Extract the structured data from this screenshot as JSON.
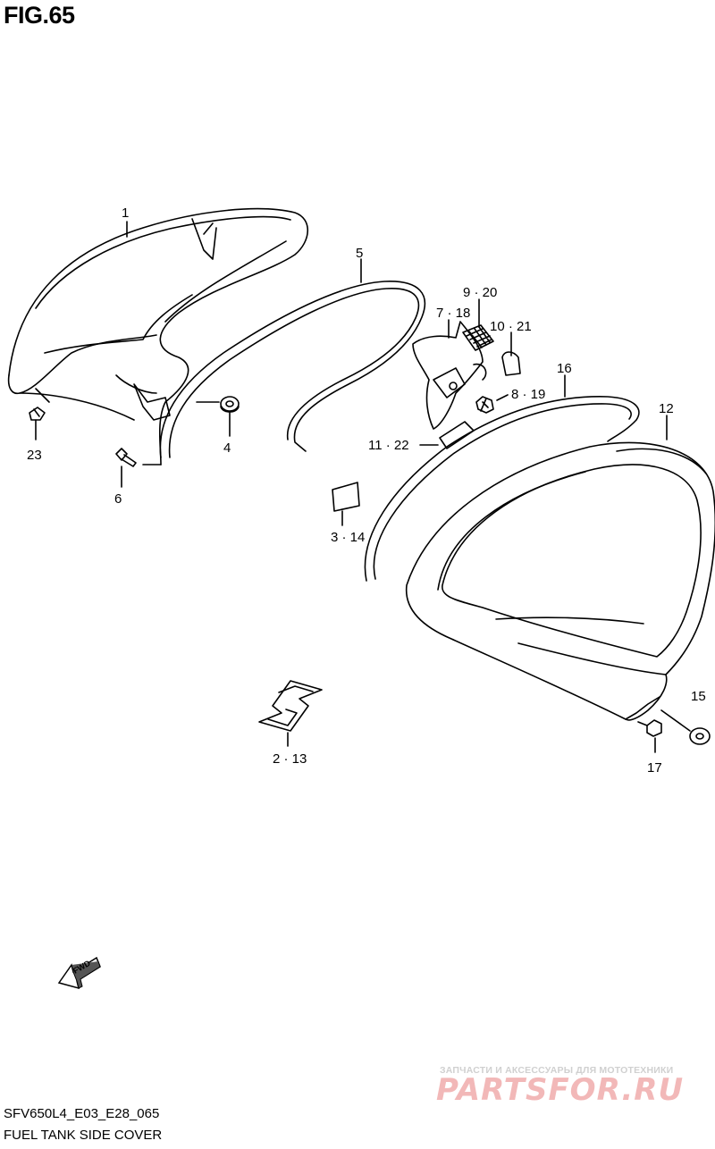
{
  "figure": {
    "title": "FIG.65",
    "model_code": "SFV650L4_E03_E28_065",
    "name": "FUEL TANK SIDE COVER",
    "fwd_label": "FWD"
  },
  "callouts": [
    {
      "id": "p1",
      "label": "1"
    },
    {
      "id": "p23",
      "label": "23"
    },
    {
      "id": "p6",
      "label": "6"
    },
    {
      "id": "p4",
      "label": "4"
    },
    {
      "id": "p5",
      "label": "5"
    },
    {
      "id": "p9_20",
      "label": "9 · 20"
    },
    {
      "id": "p7_18",
      "label": "7 · 18"
    },
    {
      "id": "p10_21",
      "label": "10 · 21"
    },
    {
      "id": "p16",
      "label": "16"
    },
    {
      "id": "p8_19",
      "label": "8 · 19"
    },
    {
      "id": "p12",
      "label": "12"
    },
    {
      "id": "p11_22",
      "label": "11 · 22"
    },
    {
      "id": "p3_14",
      "label": "3 · 14"
    },
    {
      "id": "p15",
      "label": "15"
    },
    {
      "id": "p2_13",
      "label": "2 · 13"
    },
    {
      "id": "p17",
      "label": "17"
    }
  ],
  "watermark": {
    "tagline": "ЗАПЧАСТИ И АКСЕССУАРЫ ДЛЯ МОТОТЕХНИКИ",
    "brand": "PARTSFOR.RU",
    "color": "#f2b8b8"
  }
}
